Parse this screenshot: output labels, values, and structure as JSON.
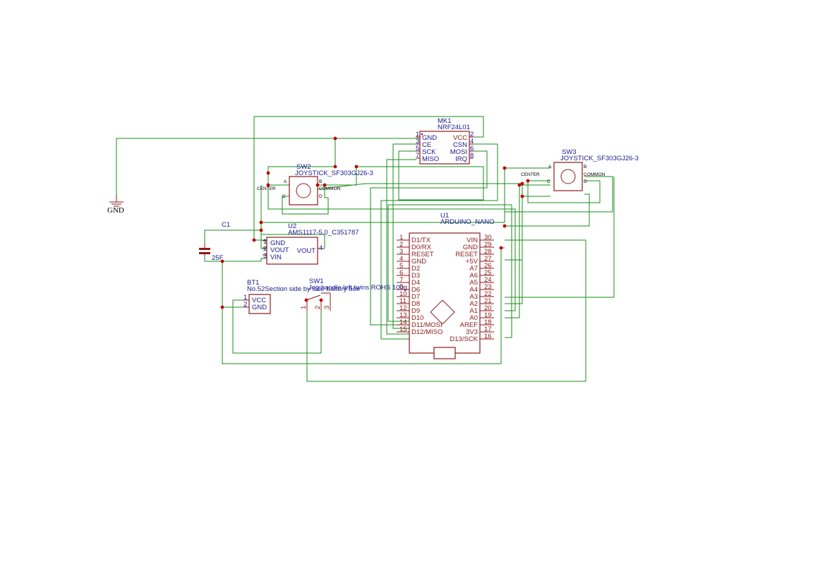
{
  "title": "",
  "colors": {
    "wire": "#1a8c1a",
    "symbol": "#8b1a1a",
    "text": "#1a1a8c",
    "junction": "#c00000"
  },
  "gnd": {
    "label": "GND"
  },
  "mk1": {
    "ref": "MK1",
    "value": "NRF24L01",
    "pins_left": [
      {
        "num": "1",
        "name": "GND"
      },
      {
        "num": "3",
        "name": "CE"
      },
      {
        "num": "5",
        "name": "SCK"
      },
      {
        "num": "7",
        "name": "MISO"
      }
    ],
    "pins_right": [
      {
        "num": "2",
        "name": "VCC"
      },
      {
        "num": "4",
        "name": "CSN"
      },
      {
        "num": "6",
        "name": "MOSI"
      },
      {
        "num": "8",
        "name": "IRQ"
      }
    ]
  },
  "sw2": {
    "ref": "SW2",
    "value": "JOYSTICK_SF303GJ26-3",
    "a": "A",
    "b": "B",
    "c": "C",
    "d": "D",
    "center": "CENTER",
    "common": "COMMON"
  },
  "sw3": {
    "ref": "SW3",
    "value": "JOYSTICK_SF303GJ26-3",
    "a": "A",
    "b": "B",
    "c": "C",
    "d": "D",
    "center": "CENTER",
    "common": "COMMON"
  },
  "c1": {
    "ref": "C1",
    "value": "25F"
  },
  "u2": {
    "ref": "U2",
    "value": "AMS1117-5.0_C351787",
    "pins_left": [
      {
        "num": "1",
        "name": "GND"
      },
      {
        "num": "2",
        "name": "VOUT"
      },
      {
        "num": "3",
        "name": "VIN"
      }
    ],
    "pin_right": {
      "num": "4",
      "name": "VOUT"
    }
  },
  "bt1": {
    "ref": "BT1",
    "value": "No.52Section side by side battery box",
    "pins": [
      {
        "num": "1",
        "name": "VCC"
      },
      {
        "num": "2",
        "name": "GND"
      }
    ]
  },
  "sw1": {
    "ref": "SW1",
    "value": "Jog handle left twins ROHS 100g Micro Switch",
    "pins": [
      "1",
      "2",
      "3"
    ]
  },
  "u1": {
    "ref": "U1",
    "value": "ARDUINO_NANO",
    "pins_left": [
      {
        "num": "1",
        "name": "D1/TX"
      },
      {
        "num": "2",
        "name": "D0/RX"
      },
      {
        "num": "3",
        "name": "RESET"
      },
      {
        "num": "4",
        "name": "GND"
      },
      {
        "num": "5",
        "name": "D2"
      },
      {
        "num": "6",
        "name": "D3"
      },
      {
        "num": "7",
        "name": "D4"
      },
      {
        "num": "9",
        "name": "D6"
      },
      {
        "num": "10",
        "name": "D7"
      },
      {
        "num": "11",
        "name": "D8"
      },
      {
        "num": "12",
        "name": "D9"
      },
      {
        "num": "13",
        "name": "D10"
      },
      {
        "num": "14",
        "name": "D11/MOSI"
      },
      {
        "num": "15",
        "name": "D12/MISO"
      }
    ],
    "pins_right": [
      {
        "num": "30",
        "name": "VIN"
      },
      {
        "num": "29",
        "name": "GND"
      },
      {
        "num": "28",
        "name": "RESET"
      },
      {
        "num": "27",
        "name": "+5V"
      },
      {
        "num": "26",
        "name": "A7"
      },
      {
        "num": "25",
        "name": "A6"
      },
      {
        "num": "24",
        "name": "A5"
      },
      {
        "num": "23",
        "name": "A4"
      },
      {
        "num": "22",
        "name": "A3"
      },
      {
        "num": "21",
        "name": "A2"
      },
      {
        "num": "20",
        "name": "A1"
      },
      {
        "num": "19",
        "name": "A0"
      },
      {
        "num": "18",
        "name": "AREF"
      },
      {
        "num": "17",
        "name": "3V3"
      },
      {
        "num": "16",
        "name": "D13/SCK"
      }
    ]
  }
}
